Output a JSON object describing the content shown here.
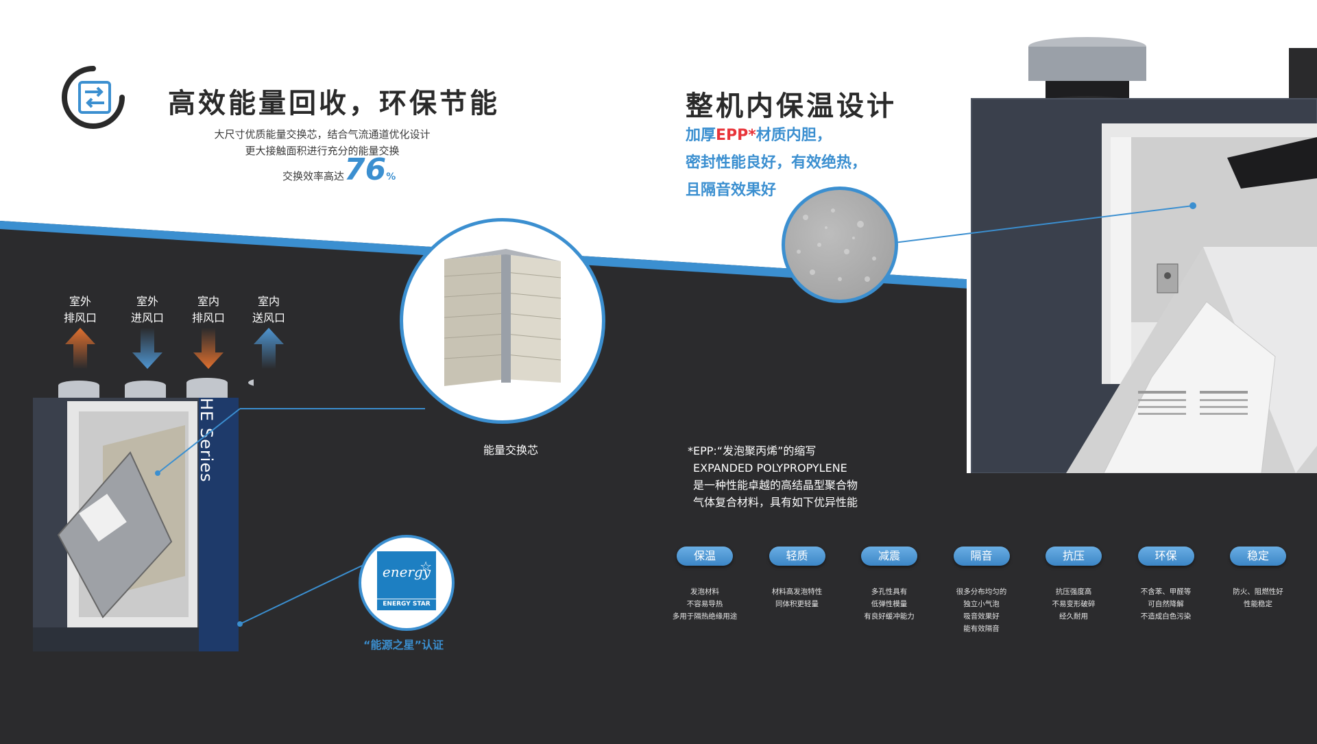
{
  "left_section": {
    "title": "高效能量回收，环保节能",
    "lines": [
      "大尺寸优质能量交换芯，结合气流通道优化设计",
      "更大接触面积进行充分的能量交换"
    ],
    "efficiency_prefix": "交换效率高达",
    "efficiency_value": "76",
    "efficiency_unit": "%"
  },
  "ports": [
    {
      "line1": "室外",
      "line2": "排风口",
      "arrow": "up",
      "color": "#e0702f"
    },
    {
      "line1": "室外",
      "line2": "进风口",
      "arrow": "down",
      "color": "#4f96d2"
    },
    {
      "line1": "室内",
      "line2": "排风口",
      "arrow": "down",
      "color": "#e0702f"
    },
    {
      "line1": "室内",
      "line2": "送风口",
      "arrow": "up",
      "color": "#4f96d2"
    }
  ],
  "unit_label": "HE Series",
  "core_caption": "能量交换芯",
  "energy_star": {
    "badge_script": "energy",
    "badge_text": "ENERGY STAR",
    "caption": "“能源之星”认证"
  },
  "right_section": {
    "title": "整机内保温设计",
    "line1_prefix": "加厚",
    "line1_highlight": "EPP*",
    "line1_suffix": "材质内胆，",
    "line2": "密封性能良好，有效绝热，",
    "line3": "且隔音效果好"
  },
  "epp_note": [
    "*EPP:“发泡聚丙烯”的缩写",
    "EXPANDED POLYPROPYLENE",
    "是一种性能卓越的高结晶型聚合物",
    "气体复合材料，具有如下优异性能"
  ],
  "features": [
    {
      "label": "保温",
      "desc": [
        "发泡材料",
        "不容易导热",
        "多用于隔热绝缘用途"
      ]
    },
    {
      "label": "轻质",
      "desc": [
        "材料高发泡特性",
        "同体积更轻量"
      ]
    },
    {
      "label": "减震",
      "desc": [
        "多孔性具有",
        "低弹性模量",
        "有良好缓冲能力"
      ]
    },
    {
      "label": "隔音",
      "desc": [
        "很多分布均匀的",
        "独立小气泡",
        "吸音效果好",
        "能有效隔音"
      ]
    },
    {
      "label": "抗压",
      "desc": [
        "抗压强度高",
        "不易变形破碎",
        "经久耐用"
      ]
    },
    {
      "label": "环保",
      "desc": [
        "不含苯、甲醛等",
        "可自然降解",
        "不造成白色污染"
      ]
    },
    {
      "label": "稳定",
      "desc": [
        "防火、阻燃性好",
        "性能稳定"
      ]
    }
  ],
  "colors": {
    "accent_blue": "#3b8fd0",
    "dark_bg": "#2b2b2d",
    "epp_red": "#e8343a",
    "panel": "#3d4350"
  },
  "icons": [
    "energy-recovery-icon"
  ]
}
